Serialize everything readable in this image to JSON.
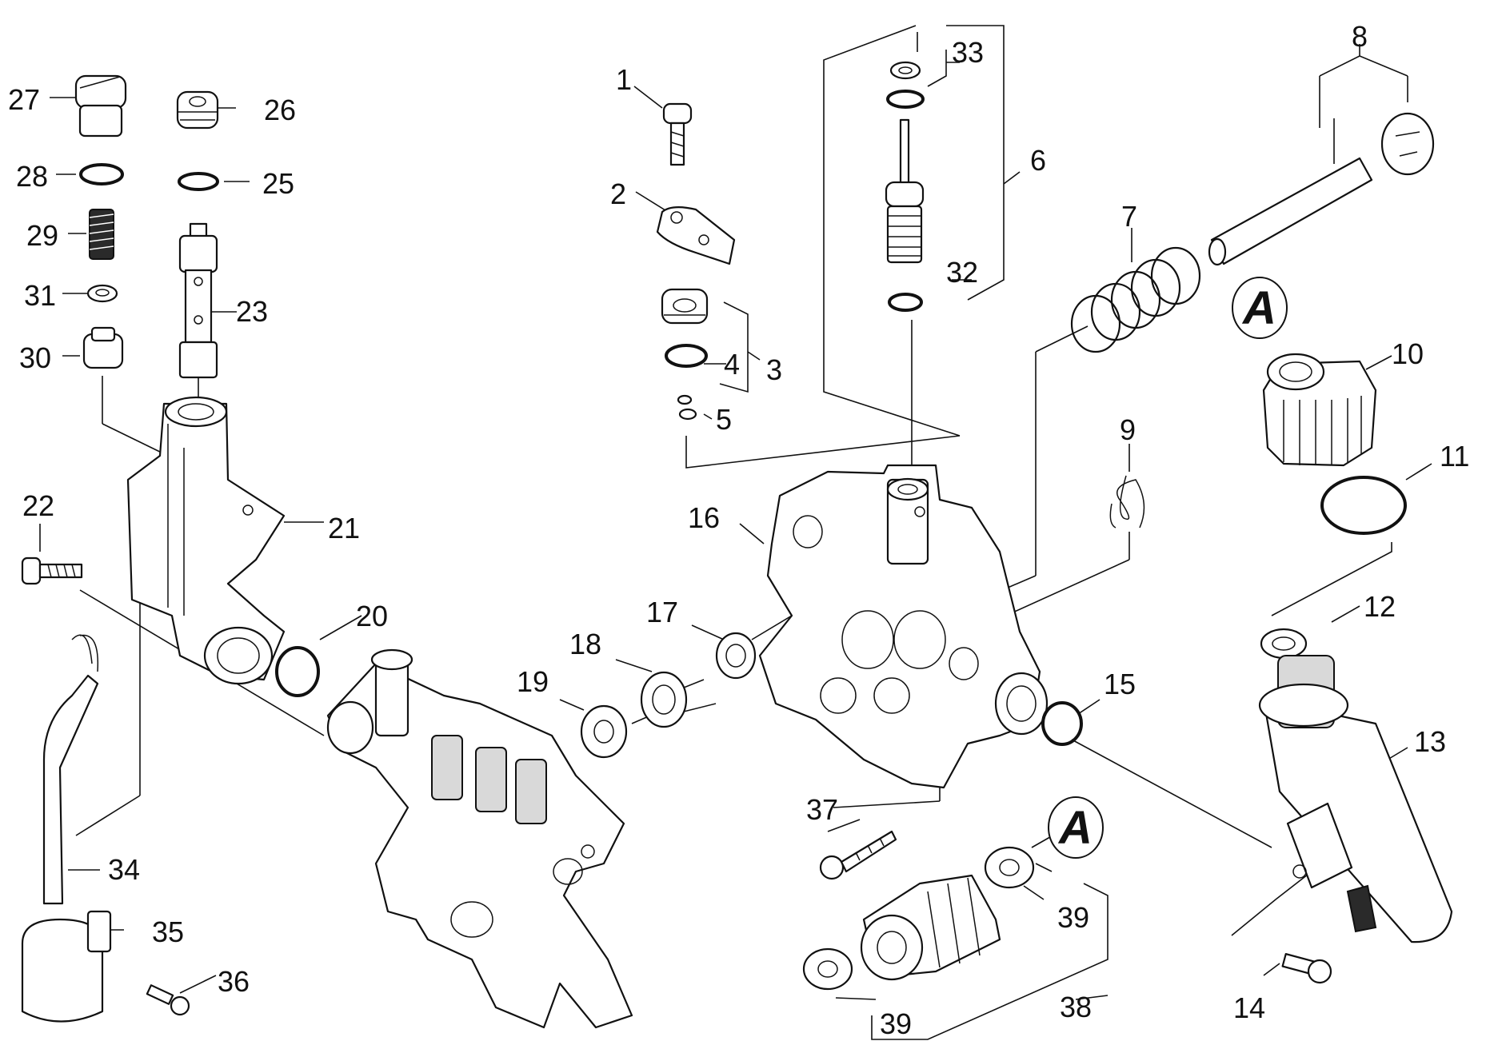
{
  "diagram": {
    "part_numbers": [
      "1",
      "2",
      "3",
      "4",
      "5",
      "6",
      "7",
      "8",
      "9",
      "10",
      "11",
      "12",
      "13",
      "14",
      "15",
      "16",
      "17",
      "18",
      "19",
      "20",
      "21",
      "22",
      "23",
      "25",
      "26",
      "27",
      "28",
      "29",
      "30",
      "31",
      "32",
      "33",
      "34",
      "35",
      "36",
      "37",
      "38",
      "39",
      "39"
    ],
    "reference_markers": [
      "A",
      "A"
    ]
  }
}
